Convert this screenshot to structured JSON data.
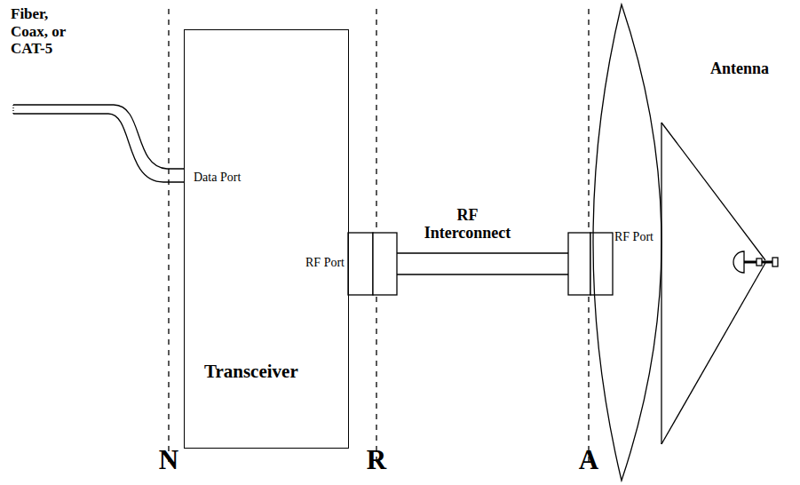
{
  "diagram": {
    "nodes": [
      {
        "text": [
          "Data Port",
          "RF Port",
          "Transceiver"
        ]
      },
      {
        "text": [
          "RF Port",
          "Antenna"
        ]
      }
    ],
    "edges": [
      {
        "from": 0,
        "to": 1,
        "arrow": "none",
        "label": "RF Interconnect"
      }
    ],
    "labels": [
      "Fiber, Coax, or CAT-5",
      "N",
      "R",
      "A"
    ]
  }
}
